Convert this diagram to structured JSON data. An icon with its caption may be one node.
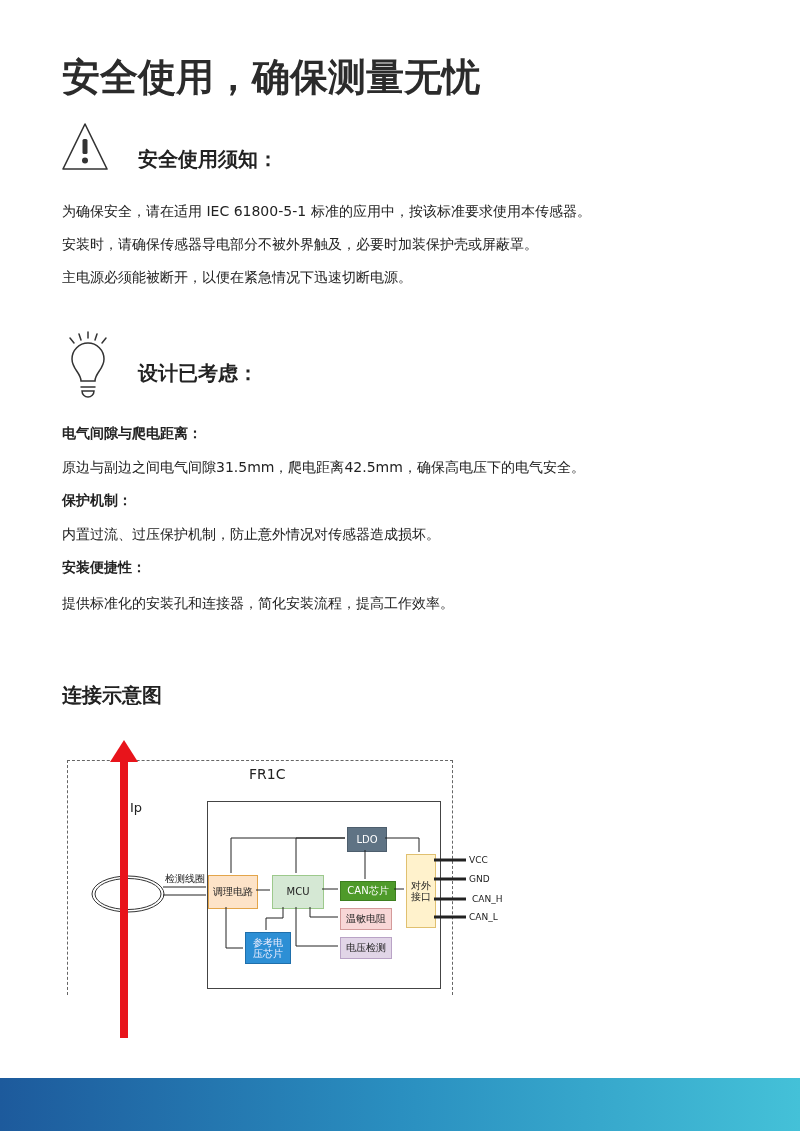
{
  "diagram": {
    "title": "安全使用，确保测量无忧",
    "nodes": [
      {
        "text": [
          "FR1C"
        ]
      },
      {
        "text": [],
        "shape": "box",
        "in": 0
      },
      {
        "text": [
          "LDO"
        ],
        "in": 1
      },
      {
        "text": [
          "调理电路"
        ],
        "in": 1
      },
      {
        "text": [
          "MCU"
        ],
        "in": 1
      },
      {
        "text": [
          "CAN芯片"
        ],
        "in": 1
      },
      {
        "text": [
          "对外接口"
        ],
        "in": 1
      },
      {
        "text": [
          "温敏电阻"
        ],
        "in": 1
      },
      {
        "text": [
          "参考电压芯片"
        ],
        "in": 1
      },
      {
        "text": [
          "电压检测"
        ],
        "in": 1
      },
      {
        "text": [],
        "shape": "circle",
        "in": 0
      },
      {
        "text": [
          "VCC"
        ]
      },
      {
        "text": [
          "GND"
        ]
      },
      {
        "text": [
          "CAN_H"
        ]
      },
      {
        "text": [
          "CAN_L"
        ]
      }
    ],
    "edges": [
      {
        "from": 3,
        "to": 2,
        "arrow": "none"
      },
      {
        "from": 4,
        "to": 2,
        "arrow": "none"
      },
      {
        "from": 2,
        "to": 6,
        "arrow": "none"
      },
      {
        "from": 2,
        "to": 5,
        "arrow": "none"
      },
      {
        "from": 3,
        "to": 4,
        "arrow": "none"
      },
      {
        "from": 4,
        "to": 5,
        "arrow": "none"
      },
      {
        "from": 5,
        "to": 6,
        "arrow": "none"
      },
      {
        "from": 4,
        "to": 7,
        "arrow": "none"
      },
      {
        "from": 4,
        "to": 9,
        "arrow": "none"
      },
      {
        "from": 4,
        "to": 8,
        "arrow": "none"
      },
      {
        "from": 3,
        "to": 8,
        "arrow": "none"
      },
      {
        "from": 10,
        "to": 3,
        "arrow": "none",
        "label": "检测线圈"
      },
      {
        "from": 6,
        "to": 11,
        "arrow": "none",
        "style": "thick"
      },
      {
        "from": 6,
        "to": 12,
        "arrow": "none",
        "style": "thick"
      },
      {
        "from": 6,
        "to": 13,
        "arrow": "none",
        "style": "thick"
      },
      {
        "from": 6,
        "to": 14,
        "arrow": "none",
        "style": "thick"
      }
    ],
    "labels": [
      "安全使用须知：",
      "为确保安全，请在适用 IEC 61800-5-1 标准的应用中，按该标准要求使用本传感器。",
      "安装时，请确保传感器导电部分不被外界触及，必要时加装保护壳或屏蔽罩。",
      "主电源必须能被断开，以便在紧急情况下迅速切断电源。",
      "设计已考虑：",
      "电气间隙与爬电距离：",
      "原边与副边之间电气间隙31.5mm，爬电距离42.5mm，确保高电压下的电气安全。",
      "保护机制：",
      "内置过流、过压保护机制，防止意外情况对传感器造成损坏。",
      "安装便捷性：",
      "提供标准化的安装孔和连接器，简化安装流程，提高工作效率。",
      "连接示意图",
      "Ip"
    ]
  }
}
